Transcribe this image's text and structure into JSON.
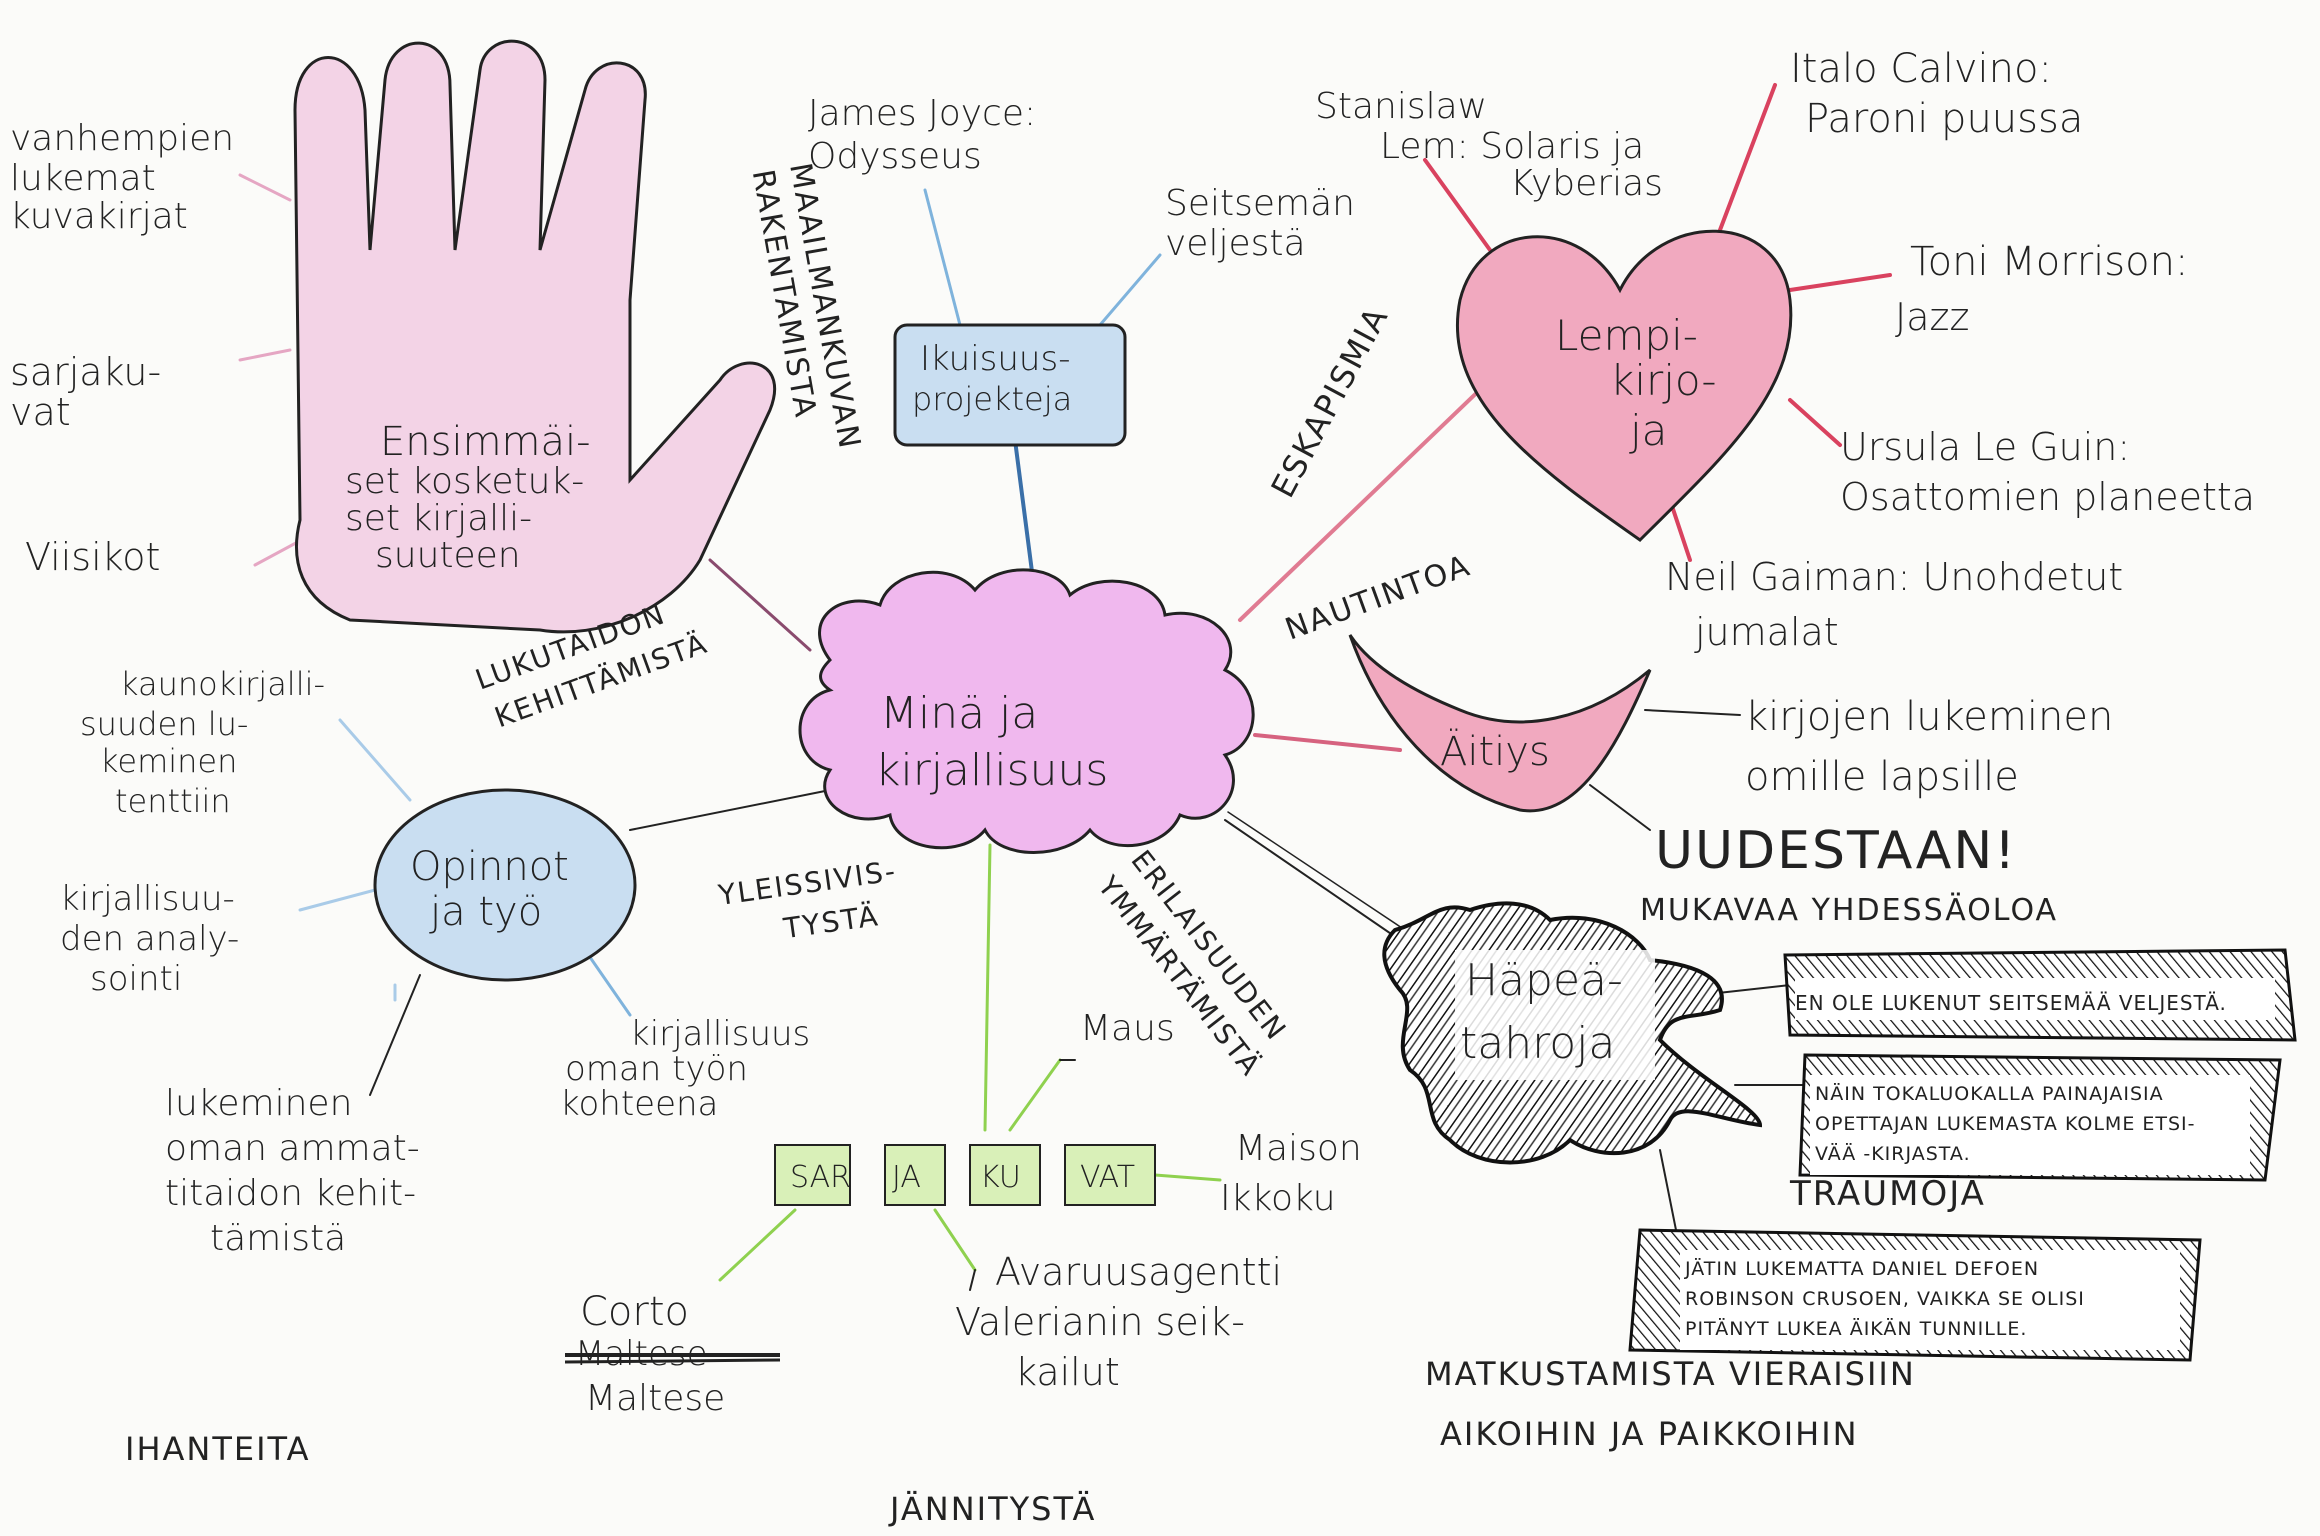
{
  "center": {
    "line1": "Minä ja",
    "line2": "kirjallisuus"
  },
  "hand": {
    "lines": [
      "Ensimmäi-",
      "set kosketuk-",
      "set kirjalli-",
      "suuteen"
    ],
    "items": [
      [
        "vanhempien",
        "lukemat",
        "kuvakirjat"
      ],
      [
        "sarjaku-",
        "vat"
      ],
      [
        "Viisikot"
      ]
    ]
  },
  "heart": {
    "lines": [
      "Lempi-",
      "kirjo-",
      "ja"
    ],
    "items": [
      [
        "Stanislaw",
        "Lem: Solaris ja",
        "Kyberias"
      ],
      [
        "Italo Calvino:",
        "Paroni puussa"
      ],
      [
        "Toni Morrison:",
        "Jazz"
      ],
      [
        "Ursula Le Guin:",
        "Osattomien planeetta"
      ],
      [
        "Neil Gaiman: Unohdetut",
        "jumalat"
      ]
    ]
  },
  "box": {
    "lines": [
      "Ikuisuus-",
      "projekteja"
    ],
    "items": [
      [
        "James Joyce:",
        "Odysseus"
      ],
      [
        "Seitsemän",
        "veljestä"
      ]
    ]
  },
  "study": {
    "lines": [
      "Opinnot",
      "ja työ"
    ],
    "items": [
      [
        "kaunokirjalli-",
        "suuden lu-",
        "keminen",
        "tenttiin"
      ],
      [
        "kirjallisuu-",
        "den analy-",
        "sointi"
      ],
      [
        "lukeminen",
        "oman ammat-",
        "titaidon kehit-",
        "tämistä"
      ],
      [
        "kirjallisuus",
        "oman työn",
        "kohteena"
      ]
    ]
  },
  "moon": {
    "label": "Äitiys",
    "items": [
      [
        "kirjojen lukeminen",
        "omille lapsille"
      ],
      [
        "UUDESTAAN!"
      ]
    ],
    "sub": "MUKAVAA YHDESSÄOLOA"
  },
  "comics": {
    "boxes": [
      "SAR",
      "JA",
      "KU",
      "VAT"
    ],
    "items": [
      [
        "Maus"
      ],
      [
        "Maison",
        "Ikkoku"
      ],
      [
        "Avaruusagentti",
        "Valerianin seik-",
        "kailut"
      ],
      [
        "Corto",
        "Maltese",
        "Maltese"
      ]
    ]
  },
  "shame": {
    "lines": [
      "Häpeä-",
      "tahroja"
    ],
    "notes": [
      [
        "EN OLE LUKENUT SEITSEMÄÄ VELJESTÄ."
      ],
      [
        "NÄIN TOKALUOKALLA PAINAJAISIA",
        "OPETTAJAN LUKEMASTA KOLME ETSI-",
        "VÄÄ -KIRJASTA."
      ],
      [
        "JÄTIN LUKEMATTA DANIEL DEFOEN",
        "ROBINSON CRUSOEN, VAIKKA SE OLISI",
        "PITÄNYT LUKEA ÄIKÄN TUNNILLE."
      ]
    ],
    "trauma": "TRAUMOJA"
  },
  "labels": {
    "maailmankuva": [
      "MAAILMANKUVAN",
      "RAKENTAMISTA"
    ],
    "eskapismia": "ESKAPISMIA",
    "nautintoa": "NAUTINTOA",
    "lukutaito": [
      "LUKUTAIDON",
      "KEHITTÄMISTÄ"
    ],
    "yleissivistys": [
      "YLEISSIVIS-",
      "TYSTÄ"
    ],
    "erilaisuus": [
      "ERILAISUUDEN",
      "YMMÄRTÄMISTÄ"
    ],
    "matkustamista": [
      "MATKUSTAMISTA VIERAISIIN",
      "AIKOIHIN JA PAIKKOIHIN"
    ],
    "ihanteita": "IHANTEITA",
    "jannitysta": "JÄNNITYSTÄ"
  },
  "colors": {
    "pink_fill": "#f3d3e6",
    "red_fill": "#f1a9bf",
    "red_stroke": "#d9425f",
    "blue_fill": "#c9def1",
    "blue_line": "#7fb3dc",
    "green_fill": "#d9f0b8",
    "green_line": "#8fd14f",
    "magenta_fill": "#f0b8ee",
    "ink": "#222222"
  }
}
